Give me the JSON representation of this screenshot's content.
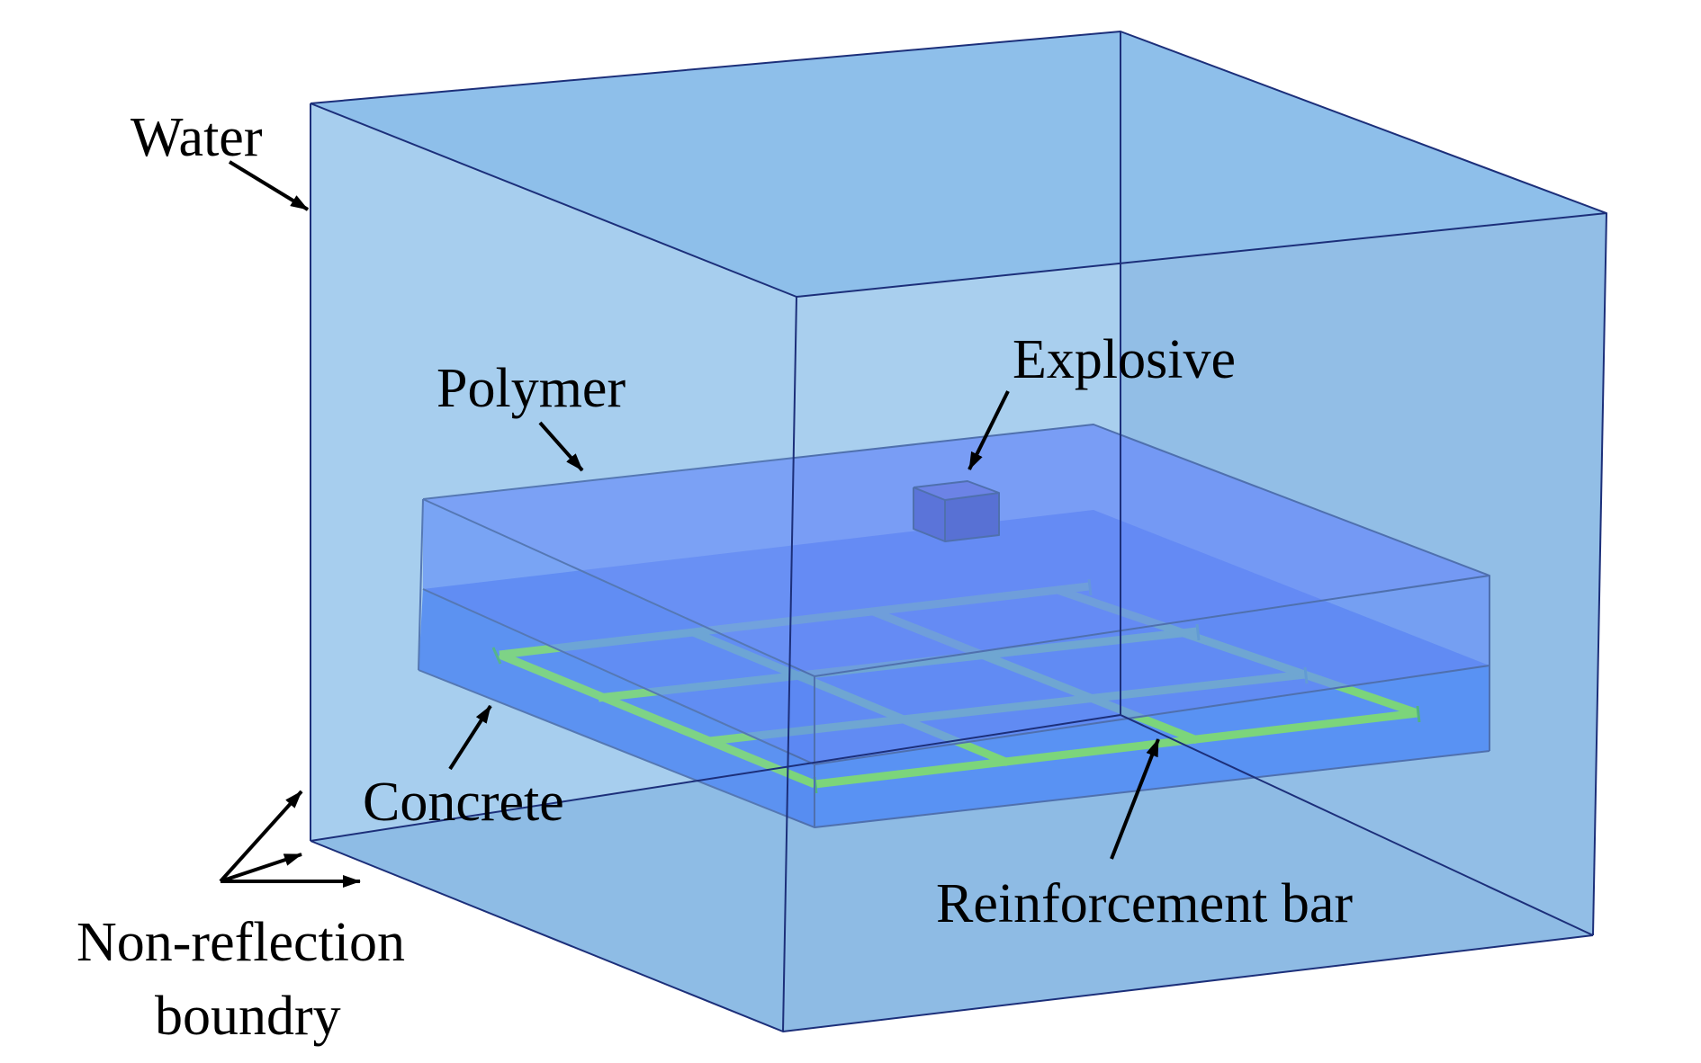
{
  "labels": {
    "water": "Water",
    "polymer": "Polymer",
    "explosive": "Explosive",
    "concrete": "Concrete",
    "reinforcement_bar": "Reinforcement bar",
    "boundary_line1": "Non-reflection",
    "boundary_line2": "boundry"
  },
  "colors": {
    "water": "#8cbfea",
    "water_edges": "#1c2f7a",
    "polymer": "#4f66ff",
    "concrete": "#1f5cff",
    "explosive": "#3a3fd6",
    "reinforcement_bar": "#6ee51e",
    "text": "#000000"
  }
}
